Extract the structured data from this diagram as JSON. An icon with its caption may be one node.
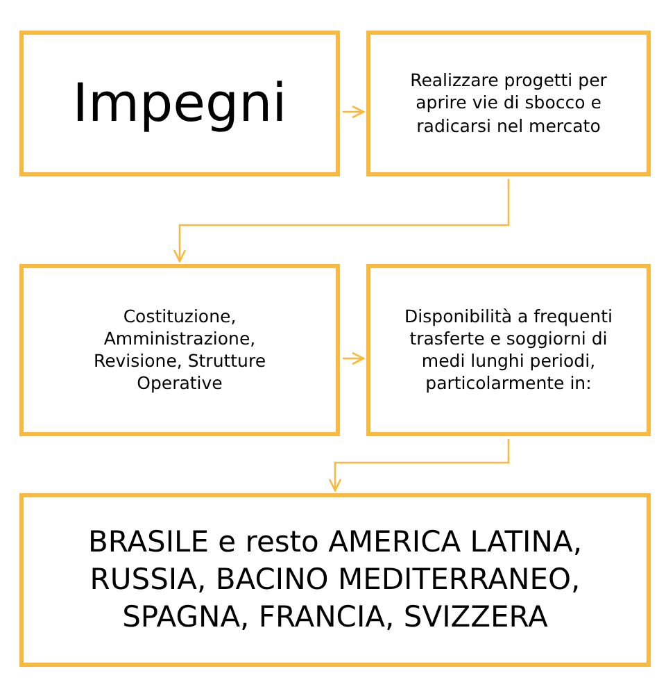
{
  "diagram": {
    "nodes": [
      {
        "text": [
          "Impegni"
        ]
      },
      {
        "text": [
          "Realizzare progetti per aprire vie di sbocco e radicarsi nel mercato"
        ]
      },
      {
        "text": [
          "Costituzione, Amministrazione, Revisione, Strutture Operative"
        ]
      },
      {
        "text": [
          "Disponibilità a frequenti trasferte e soggiorni di medi lunghi periodi, particolarmente in:"
        ]
      },
      {
        "text": [
          "BRASILE e resto AMERICA LATINA, RUSSIA, BACINO MEDITERRANEO, SPAGNA, FRANCIA, SVIZZERA"
        ]
      }
    ],
    "edges": [
      {
        "from": 0,
        "to": 1,
        "arrow": "to"
      },
      {
        "from": 1,
        "to": 2,
        "arrow": "to"
      },
      {
        "from": 2,
        "to": 3,
        "arrow": "to"
      },
      {
        "from": 3,
        "to": 4,
        "arrow": "to"
      }
    ]
  }
}
